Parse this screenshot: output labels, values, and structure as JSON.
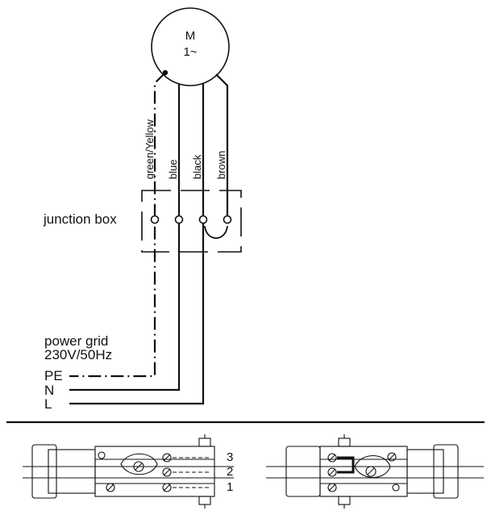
{
  "motor": {
    "symbol": "M",
    "phase": "1~"
  },
  "wires": {
    "pe": "green/Yellow",
    "blue": "blue",
    "black": "black",
    "brown": "brown"
  },
  "junction_box_label": "junction box",
  "power_grid": {
    "line1": "power grid",
    "line2": "230V/50Hz"
  },
  "conductors": {
    "pe": "PE",
    "n": "N",
    "l": "L"
  },
  "connector_pins": [
    "3",
    "2",
    "1"
  ]
}
